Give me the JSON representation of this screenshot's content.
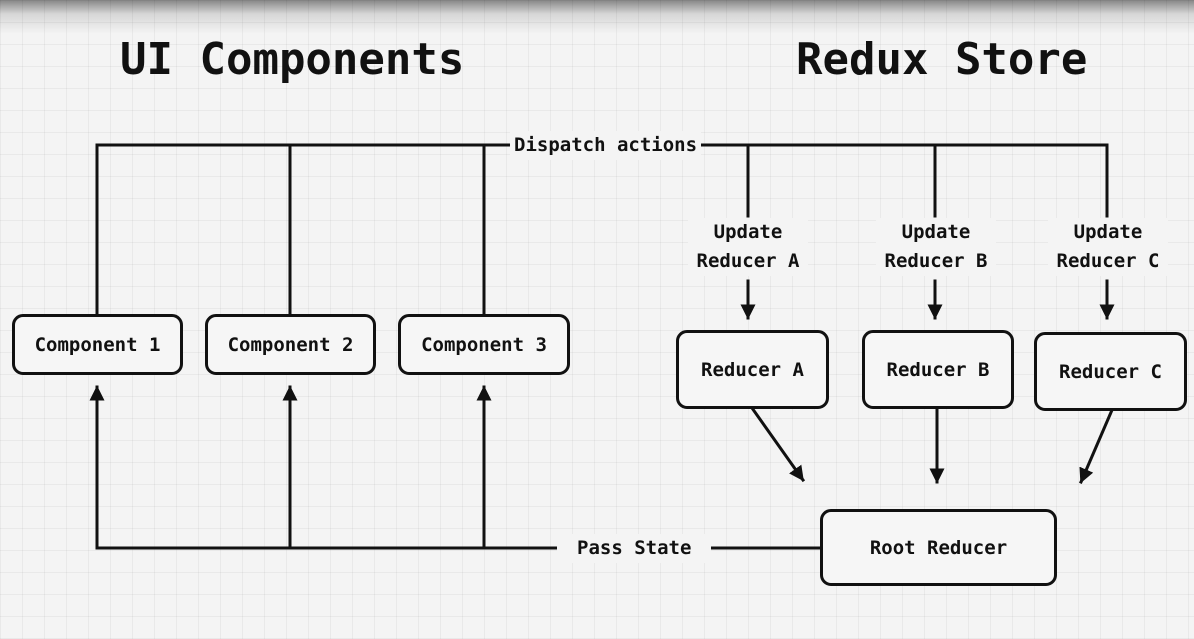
{
  "titles": {
    "left": "UI Components",
    "right": "Redux Store"
  },
  "labels": {
    "dispatch": "Dispatch actions",
    "pass_state": "Pass State",
    "update_a": [
      "Update",
      "Reducer A"
    ],
    "update_b": [
      "Update",
      "Reducer B"
    ],
    "update_c": [
      "Update",
      "Reducer C"
    ]
  },
  "components": [
    "Component 1",
    "Component 2",
    "Component 3"
  ],
  "reducers": [
    "Reducer A",
    "Reducer B",
    "Reducer C"
  ],
  "root_reducer": "Root Reducer",
  "colors": {
    "stroke": "#111111",
    "background": "#f4f4f4"
  }
}
